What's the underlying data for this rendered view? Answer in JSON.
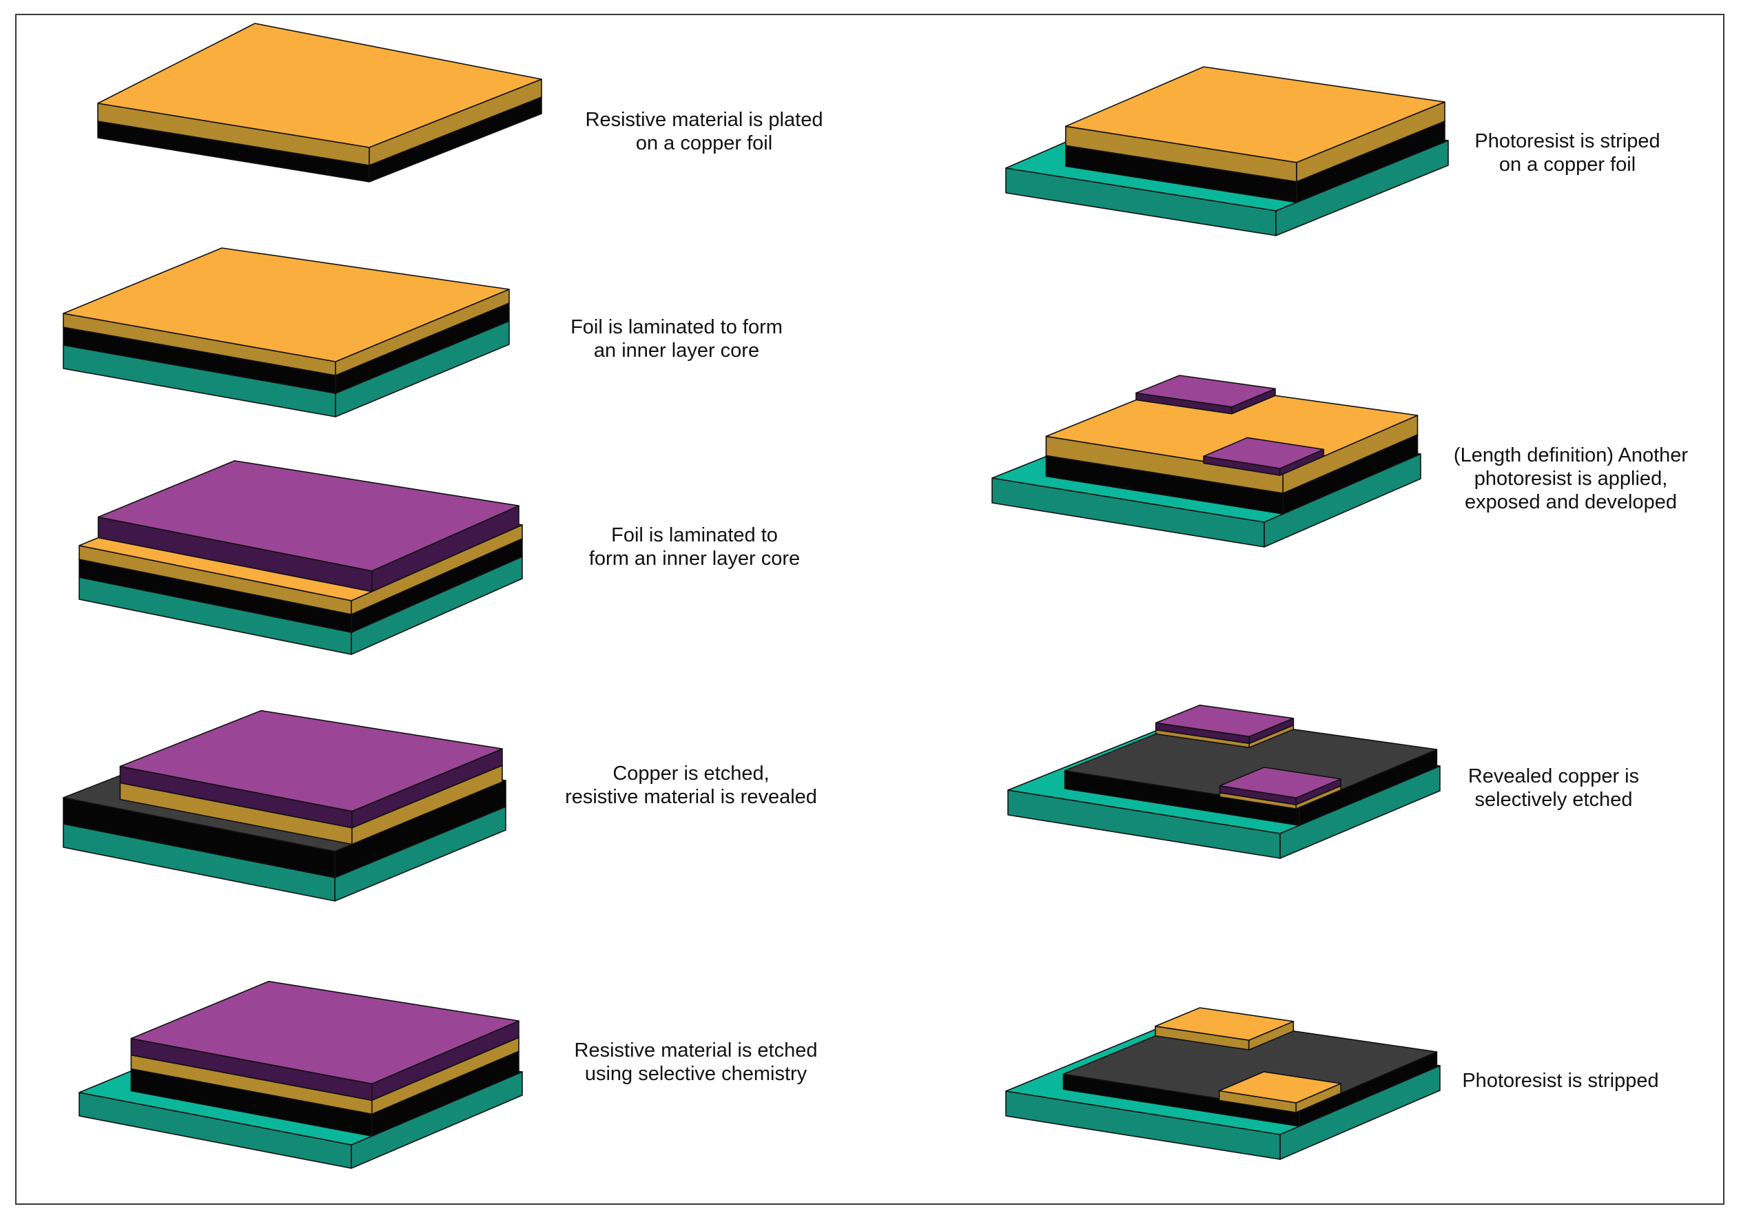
{
  "colors": {
    "substrate_top": "#0BB79A",
    "substrate_side": "#138A76",
    "copper_top": "#F9AE3E",
    "copper_side": "#B3892D",
    "resistive_side": "#050505",
    "exposed_resistive_top": "#3D3D3D",
    "photoresist_top": "#9B4596",
    "photoresist_side": "#3F1749",
    "outline": "#111111"
  },
  "steps": [
    {
      "id": "step-1",
      "caption": [
        "Resistive material is plated",
        "on a copper foil"
      ]
    },
    {
      "id": "step-2",
      "caption": [
        "Foil is laminated to form",
        "an inner layer core"
      ]
    },
    {
      "id": "step-3",
      "caption": [
        "Foil is laminated to",
        "form an inner layer core"
      ]
    },
    {
      "id": "step-4",
      "caption": [
        "Copper is etched,",
        "resistive material is revealed"
      ]
    },
    {
      "id": "step-5",
      "caption": [
        "Resistive material is etched",
        "using selective chemistry"
      ]
    },
    {
      "id": "step-6",
      "caption": [
        "Photoresist is striped",
        "on a copper foil"
      ]
    },
    {
      "id": "step-7",
      "caption": [
        "(Length definition) Another",
        "photoresist is applied,",
        "exposed and developed"
      ]
    },
    {
      "id": "step-8",
      "caption": [
        "Revealed copper is",
        "selectively etched"
      ]
    },
    {
      "id": "step-9",
      "caption": [
        "Photoresist is stripped"
      ]
    }
  ]
}
